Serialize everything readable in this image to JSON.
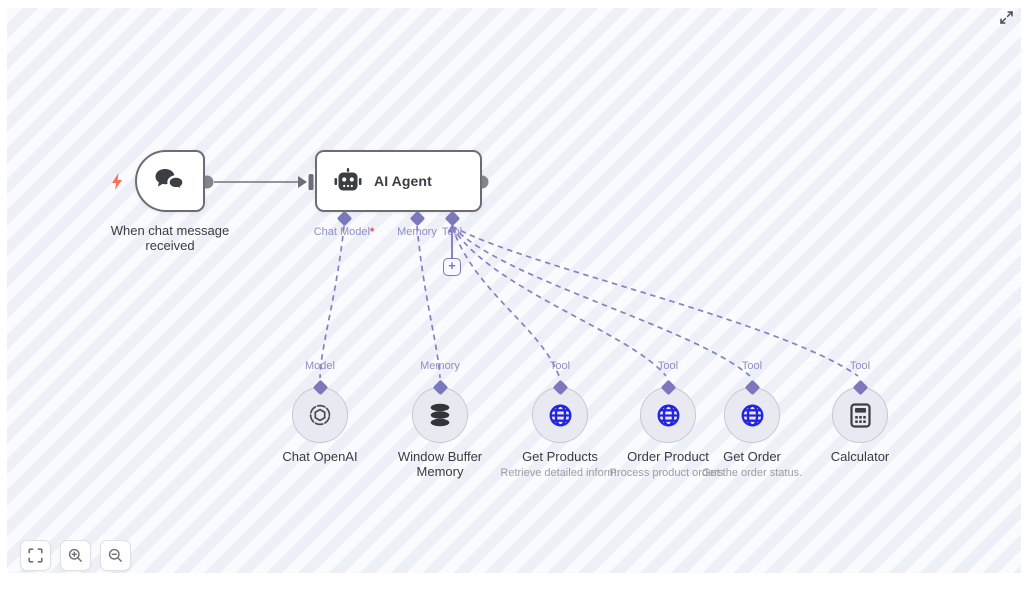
{
  "workflow": {
    "trigger": {
      "name": "When chat message received"
    },
    "agent": {
      "name": "AI Agent",
      "required_marker": "*",
      "add_button_label": "+",
      "ports": [
        {
          "label": "Chat Model",
          "required": true
        },
        {
          "label": "Memory",
          "required": false
        },
        {
          "label": "Tool",
          "required": false
        }
      ]
    },
    "subnodes": [
      {
        "connector": "Model",
        "name": "Chat OpenAI",
        "icon": "openai-icon"
      },
      {
        "connector": "Memory",
        "name": "Window Buffer Memory",
        "icon": "database-icon"
      },
      {
        "connector": "Tool",
        "name": "Get Products",
        "subtitle": "Retrieve detailed inform.",
        "icon": "globe-icon"
      },
      {
        "connector": "Tool",
        "name": "Order Product",
        "subtitle": "Process product orders.",
        "icon": "globe-icon"
      },
      {
        "connector": "Tool",
        "name": "Get Order",
        "subtitle": "Get the order status.",
        "icon": "globe-icon"
      },
      {
        "connector": "Tool",
        "name": "Calculator",
        "icon": "calculator-icon"
      }
    ]
  },
  "colors": {
    "connector_diamond": "#7b78bb",
    "dashed_connection": "#8381c3",
    "solid_connection": "#85858e",
    "node_border": "#6c6c75",
    "tool_icon_blue": "#2424df",
    "trigger_bolt": "#ff6e5a",
    "required_asterisk": "#e5484d",
    "canvas_stripe_light": "#fafbfe",
    "canvas_stripe_dark": "#eef0f7"
  }
}
